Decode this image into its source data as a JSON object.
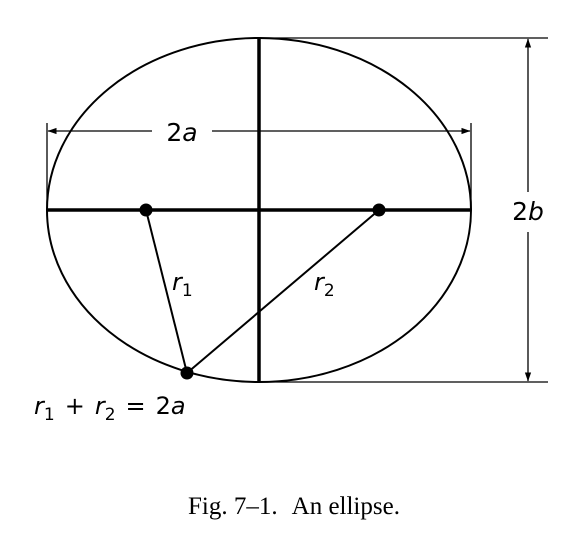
{
  "labels": {
    "major_axis_coef": "2",
    "major_axis_var": "a",
    "minor_axis_coef": "2",
    "minor_axis_var": "b",
    "r1_var": "r",
    "r1_sub": "1",
    "r2_var": "r",
    "r2_sub": "2",
    "eq_r1_var": "r",
    "eq_r1_sub": "1",
    "eq_plus": "+",
    "eq_r2_var": "r",
    "eq_r2_sub": "2",
    "eq_equals": "=",
    "eq_rhs_coef": "2",
    "eq_rhs_var": "a"
  },
  "caption": {
    "number": "Fig. 7–1.",
    "text": "An ellipse."
  }
}
